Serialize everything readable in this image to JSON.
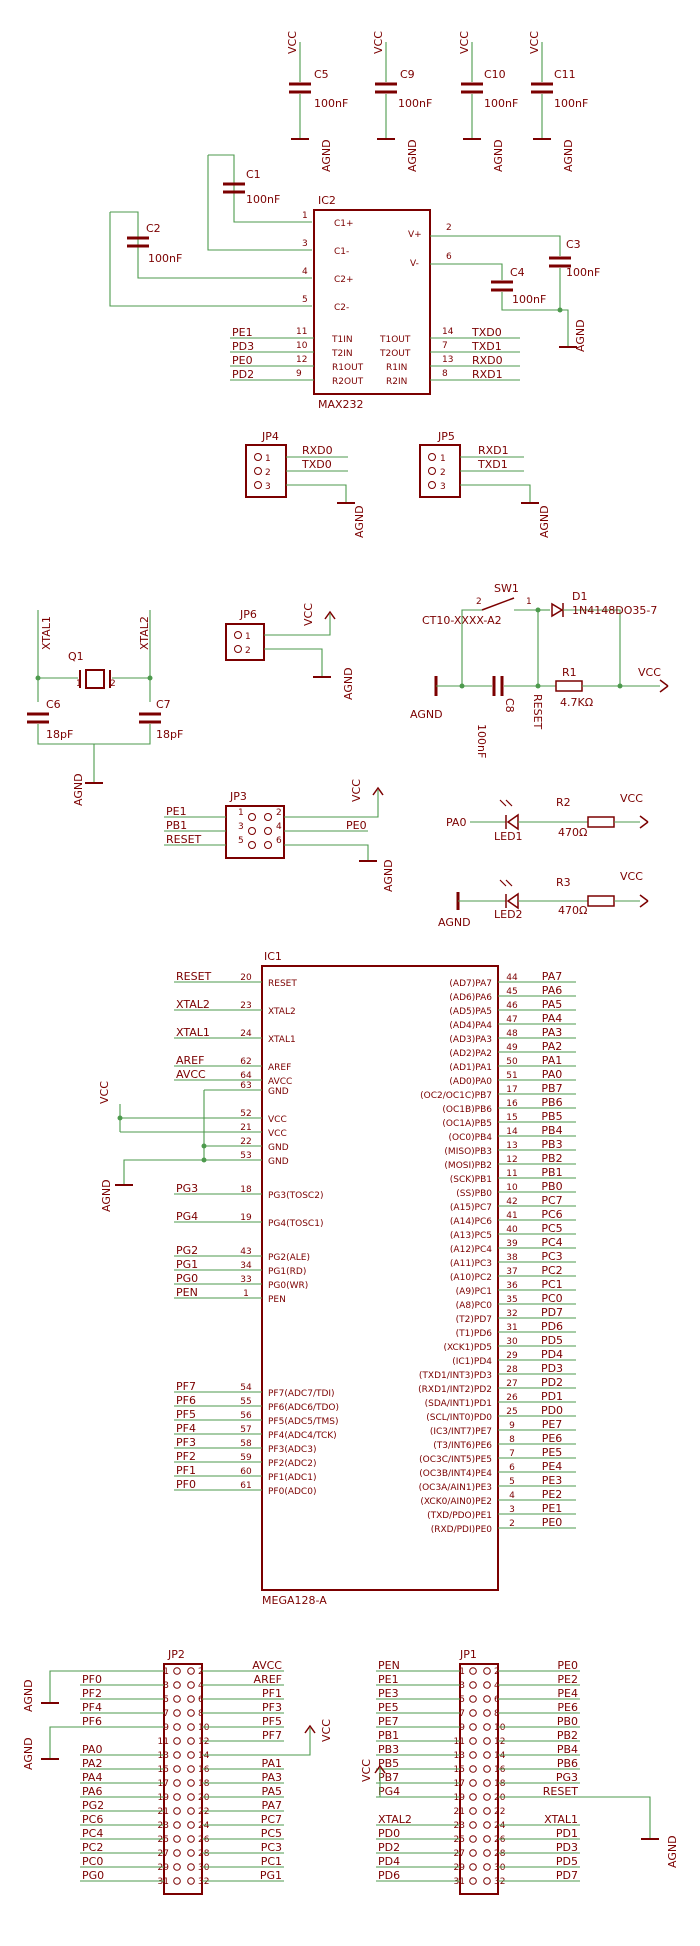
{
  "power": {
    "vcc": "VCC",
    "agnd": "AGND"
  },
  "caps": {
    "c5": {
      "ref": "C5",
      "val": "100nF"
    },
    "c9": {
      "ref": "C9",
      "val": "100nF"
    },
    "c10": {
      "ref": "C10",
      "val": "100nF"
    },
    "c11": {
      "ref": "C11",
      "val": "100nF"
    },
    "c1": {
      "ref": "C1",
      "val": "100nF"
    },
    "c2": {
      "ref": "C2",
      "val": "100nF"
    },
    "c3": {
      "ref": "C3",
      "val": "100nF"
    },
    "c4": {
      "ref": "C4",
      "val": "100nF"
    },
    "c6": {
      "ref": "C6",
      "val": "18pF"
    },
    "c7": {
      "ref": "C7",
      "val": "18pF"
    },
    "c8": {
      "ref": "C8",
      "val": "100nF"
    }
  },
  "ic2": {
    "ref": "IC2",
    "name": "MAX232",
    "left_pins": [
      {
        "label": "C1+",
        "num": "1"
      },
      {
        "label": "C1-",
        "num": "3"
      },
      {
        "label": "C2+",
        "num": "4"
      },
      {
        "label": "C2-",
        "num": "5"
      }
    ],
    "right_pins": [
      {
        "label": "V+",
        "num": "2"
      },
      {
        "label": "V-",
        "num": "6"
      }
    ],
    "io_left": [
      {
        "net": "PE1",
        "num": "11",
        "label": "T1IN"
      },
      {
        "net": "PD3",
        "num": "10",
        "label": "T2IN"
      },
      {
        "net": "PE0",
        "num": "12",
        "label": "R1OUT"
      },
      {
        "net": "PD2",
        "num": "9",
        "label": "R2OUT"
      }
    ],
    "io_right": [
      {
        "label": "T1OUT",
        "num": "14",
        "net": "TXD0"
      },
      {
        "label": "T2OUT",
        "num": "7",
        "net": "TXD1"
      },
      {
        "label": "R1IN",
        "num": "13",
        "net": "RXD0"
      },
      {
        "label": "R2IN",
        "num": "8",
        "net": "RXD1"
      }
    ]
  },
  "jp4": {
    "ref": "JP4",
    "nums": [
      "1",
      "2",
      "3"
    ],
    "nets": [
      "RXD0",
      "TXD0"
    ]
  },
  "jp5": {
    "ref": "JP5",
    "nums": [
      "1",
      "2",
      "3"
    ],
    "nets": [
      "RXD1",
      "TXD1"
    ]
  },
  "jp6": {
    "ref": "JP6",
    "nums": [
      "1",
      "2"
    ]
  },
  "xtal": {
    "ref": "Q1",
    "pin1": "1",
    "pin2": "2",
    "net1": "XTAL1",
    "net2": "XTAL2"
  },
  "sw1": {
    "ref": "SW1",
    "part": "CT10-XXXX-A2",
    "p1": "1",
    "p2": "2"
  },
  "d1": {
    "ref": "D1",
    "part": "1N4148DO35-7"
  },
  "r1": {
    "ref": "R1",
    "val": "4.7KΩ"
  },
  "r2": {
    "ref": "R2",
    "val": "470Ω"
  },
  "r3": {
    "ref": "R3",
    "val": "470Ω"
  },
  "led1": {
    "ref": "LED1",
    "net": "PA0"
  },
  "led2": {
    "ref": "LED2"
  },
  "reset_net": "RESET",
  "jp3": {
    "ref": "JP3",
    "left": [
      {
        "net": "PE1",
        "num": "1"
      },
      {
        "net": "PB1",
        "num": "3"
      },
      {
        "net": "RESET",
        "num": "5"
      }
    ],
    "right": [
      {
        "num": "2"
      },
      {
        "num": "4",
        "net": "PE0"
      },
      {
        "num": "6"
      }
    ]
  },
  "ic1": {
    "ref": "IC1",
    "name": "MEGA128-A",
    "left": [
      {
        "net": "RESET",
        "num": "20",
        "label": "RESET"
      },
      {
        "net": "XTAL2",
        "num": "23",
        "label": "XTAL2"
      },
      {
        "net": "XTAL1",
        "num": "24",
        "label": "XTAL1"
      },
      {
        "net": "AREF",
        "num": "62",
        "label": "AREF"
      },
      {
        "net": "AVCC",
        "num": "64",
        "label": "AVCC"
      },
      {
        "net": "",
        "num": "63",
        "label": "GND"
      },
      {
        "net": "",
        "num": "52",
        "label": "VCC"
      },
      {
        "net": "",
        "num": "21",
        "label": "VCC"
      },
      {
        "net": "",
        "num": "22",
        "label": "GND"
      },
      {
        "net": "",
        "num": "53",
        "label": "GND"
      },
      {
        "net": "PG3",
        "num": "18",
        "label": "PG3(TOSC2)"
      },
      {
        "net": "PG4",
        "num": "19",
        "label": "PG4(TOSC1)"
      },
      {
        "net": "PG2",
        "num": "43",
        "label": "PG2(ALE)"
      },
      {
        "net": "PG1",
        "num": "34",
        "label": "PG1(RD)"
      },
      {
        "net": "PG0",
        "num": "33",
        "label": "PG0(WR)"
      },
      {
        "net": "PEN",
        "num": "1",
        "label": "PEN"
      },
      {
        "net": "PF7",
        "num": "54",
        "label": "PF7(ADC7/TDI)"
      },
      {
        "net": "PF6",
        "num": "55",
        "label": "PF6(ADC6/TDO)"
      },
      {
        "net": "PF5",
        "num": "56",
        "label": "PF5(ADC5/TMS)"
      },
      {
        "net": "PF4",
        "num": "57",
        "label": "PF4(ADC4/TCK)"
      },
      {
        "net": "PF3",
        "num": "58",
        "label": "PF3(ADC3)"
      },
      {
        "net": "PF2",
        "num": "59",
        "label": "PF2(ADC2)"
      },
      {
        "net": "PF1",
        "num": "60",
        "label": "PF1(ADC1)"
      },
      {
        "net": "PF0",
        "num": "61",
        "label": "PF0(ADC0)"
      }
    ],
    "right": [
      {
        "label": "(AD7)PA7",
        "num": "44",
        "net": "PA7"
      },
      {
        "label": "(AD6)PA6",
        "num": "45",
        "net": "PA6"
      },
      {
        "label": "(AD5)PA5",
        "num": "46",
        "net": "PA5"
      },
      {
        "label": "(AD4)PA4",
        "num": "47",
        "net": "PA4"
      },
      {
        "label": "(AD3)PA3",
        "num": "48",
        "net": "PA3"
      },
      {
        "label": "(AD2)PA2",
        "num": "49",
        "net": "PA2"
      },
      {
        "label": "(AD1)PA1",
        "num": "50",
        "net": "PA1"
      },
      {
        "label": "(AD0)PA0",
        "num": "51",
        "net": "PA0"
      },
      {
        "label": "(OC2/OC1C)PB7",
        "num": "17",
        "net": "PB7"
      },
      {
        "label": "(OC1B)PB6",
        "num": "16",
        "net": "PB6"
      },
      {
        "label": "(OC1A)PB5",
        "num": "15",
        "net": "PB5"
      },
      {
        "label": "(OC0)PB4",
        "num": "14",
        "net": "PB4"
      },
      {
        "label": "(MISO)PB3",
        "num": "13",
        "net": "PB3"
      },
      {
        "label": "(MOSI)PB2",
        "num": "12",
        "net": "PB2"
      },
      {
        "label": "(SCK)PB1",
        "num": "11",
        "net": "PB1"
      },
      {
        "label": "(SS)PB0",
        "num": "10",
        "net": "PB0"
      },
      {
        "label": "(A15)PC7",
        "num": "42",
        "net": "PC7"
      },
      {
        "label": "(A14)PC6",
        "num": "41",
        "net": "PC6"
      },
      {
        "label": "(A13)PC5",
        "num": "40",
        "net": "PC5"
      },
      {
        "label": "(A12)PC4",
        "num": "39",
        "net": "PC4"
      },
      {
        "label": "(A11)PC3",
        "num": "38",
        "net": "PC3"
      },
      {
        "label": "(A10)PC2",
        "num": "37",
        "net": "PC2"
      },
      {
        "label": "(A9)PC1",
        "num": "36",
        "net": "PC1"
      },
      {
        "label": "(A8)PC0",
        "num": "35",
        "net": "PC0"
      },
      {
        "label": "(T2)PD7",
        "num": "32",
        "net": "PD7"
      },
      {
        "label": "(T1)PD6",
        "num": "31",
        "net": "PD6"
      },
      {
        "label": "(XCK1)PD5",
        "num": "30",
        "net": "PD5"
      },
      {
        "label": "(IC1)PD4",
        "num": "29",
        "net": "PD4"
      },
      {
        "label": "(TXD1/INT3)PD3",
        "num": "28",
        "net": "PD3"
      },
      {
        "label": "(RXD1/INT2)PD2",
        "num": "27",
        "net": "PD2"
      },
      {
        "label": "(SDA/INT1)PD1",
        "num": "26",
        "net": "PD1"
      },
      {
        "label": "(SCL/INT0)PD0",
        "num": "25",
        "net": "PD0"
      },
      {
        "label": "(IC3/INT7)PE7",
        "num": "9",
        "net": "PE7"
      },
      {
        "label": "(T3/INT6)PE6",
        "num": "8",
        "net": "PE6"
      },
      {
        "label": "(OC3C/INT5)PE5",
        "num": "7",
        "net": "PE5"
      },
      {
        "label": "(OC3B/INT4)PE4",
        "num": "6",
        "net": "PE4"
      },
      {
        "label": "(OC3A/AIN1)PE3",
        "num": "5",
        "net": "PE3"
      },
      {
        "label": "(XCK0/AIN0)PE2",
        "num": "4",
        "net": "PE2"
      },
      {
        "label": "(TXD/PDO)PE1",
        "num": "3",
        "net": "PE1"
      },
      {
        "label": "(RXD/PDI)PE0",
        "num": "2",
        "net": "PE0"
      }
    ]
  },
  "jp2": {
    "ref": "JP2",
    "rows": [
      {
        "l": "",
        "ln": "1",
        "rn": "2",
        "r": "AVCC"
      },
      {
        "l": "PF0",
        "ln": "3",
        "rn": "4",
        "r": "AREF"
      },
      {
        "l": "PF2",
        "ln": "5",
        "rn": "6",
        "r": "PF1"
      },
      {
        "l": "PF4",
        "ln": "7",
        "rn": "8",
        "r": "PF3"
      },
      {
        "l": "PF6",
        "ln": "9",
        "rn": "10",
        "r": "PF5"
      },
      {
        "l": "",
        "ln": "11",
        "rn": "12",
        "r": "PF7"
      },
      {
        "l": "PA0",
        "ln": "13",
        "rn": "14",
        "r": ""
      },
      {
        "l": "PA2",
        "ln": "15",
        "rn": "16",
        "r": "PA1"
      },
      {
        "l": "PA4",
        "ln": "17",
        "rn": "18",
        "r": "PA3"
      },
      {
        "l": "PA6",
        "ln": "19",
        "rn": "20",
        "r": "PA5"
      },
      {
        "l": "PG2",
        "ln": "21",
        "rn": "22",
        "r": "PA7"
      },
      {
        "l": "PC6",
        "ln": "23",
        "rn": "24",
        "r": "PC7"
      },
      {
        "l": "PC4",
        "ln": "25",
        "rn": "26",
        "r": "PC5"
      },
      {
        "l": "PC2",
        "ln": "27",
        "rn": "28",
        "r": "PC3"
      },
      {
        "l": "PC0",
        "ln": "29",
        "rn": "30",
        "r": "PC1"
      },
      {
        "l": "PG0",
        "ln": "31",
        "rn": "32",
        "r": "PG1"
      }
    ]
  },
  "jp1": {
    "ref": "JP1",
    "rows": [
      {
        "l": "PEN",
        "ln": "1",
        "rn": "2",
        "r": "PE0"
      },
      {
        "l": "PE1",
        "ln": "3",
        "rn": "4",
        "r": "PE2"
      },
      {
        "l": "PE3",
        "ln": "5",
        "rn": "6",
        "r": "PE4"
      },
      {
        "l": "PE5",
        "ln": "7",
        "rn": "8",
        "r": "PE6"
      },
      {
        "l": "PE7",
        "ln": "9",
        "rn": "10",
        "r": "PB0"
      },
      {
        "l": "PB1",
        "ln": "11",
        "rn": "12",
        "r": "PB2"
      },
      {
        "l": "PB3",
        "ln": "13",
        "rn": "14",
        "r": "PB4"
      },
      {
        "l": "PB5",
        "ln": "15",
        "rn": "16",
        "r": "PB6"
      },
      {
        "l": "PB7",
        "ln": "17",
        "rn": "18",
        "r": "PG3"
      },
      {
        "l": "PG4",
        "ln": "19",
        "rn": "20",
        "r": "RESET"
      },
      {
        "l": "",
        "ln": "21",
        "rn": "22",
        "r": ""
      },
      {
        "l": "XTAL2",
        "ln": "23",
        "rn": "24",
        "r": "XTAL1"
      },
      {
        "l": "PD0",
        "ln": "25",
        "rn": "26",
        "r": "PD1"
      },
      {
        "l": "PD2",
        "ln": "27",
        "rn": "28",
        "r": "PD3"
      },
      {
        "l": "PD4",
        "ln": "29",
        "rn": "30",
        "r": "PD5"
      },
      {
        "l": "PD6",
        "ln": "31",
        "rn": "32",
        "r": "PD7"
      }
    ]
  }
}
